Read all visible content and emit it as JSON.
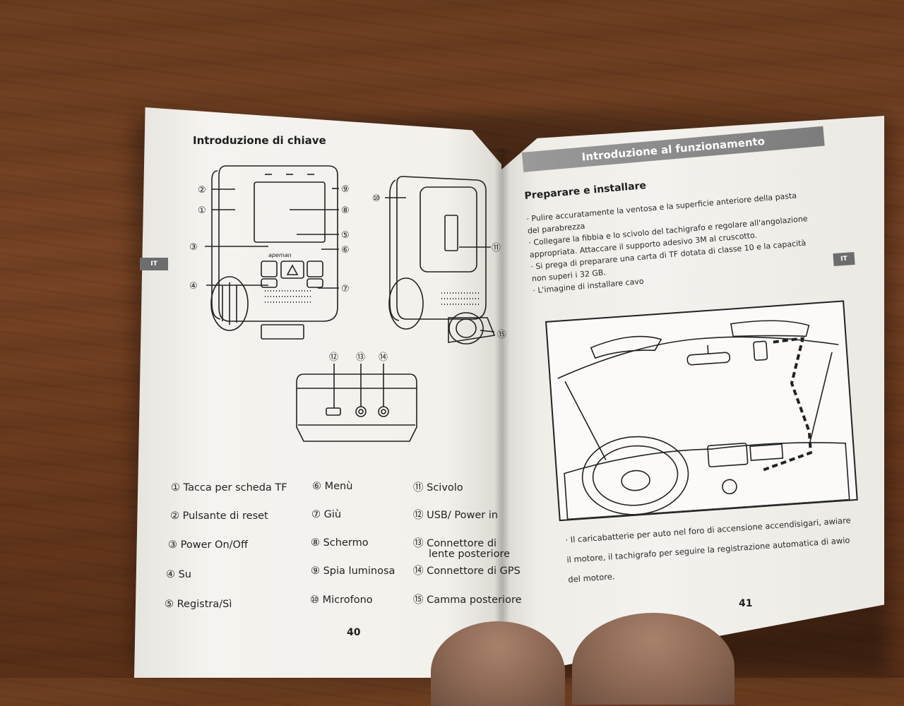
{
  "left_page": {
    "heading": "Introduzione di chiave",
    "side_tab": "IT",
    "page_number": "40",
    "device": {
      "brand_label": "apeman",
      "callouts": [
        "①",
        "②",
        "③",
        "④",
        "⑤",
        "⑥",
        "⑦",
        "⑧",
        "⑨",
        "⑩",
        "⑪",
        "⑫",
        "⑬",
        "⑭",
        "⑮"
      ]
    },
    "legend": [
      {
        "label": "① Tacca per scheda TF"
      },
      {
        "label": "② Pulsante di reset"
      },
      {
        "label": "③ Power On/Off"
      },
      {
        "label": "④ Su"
      },
      {
        "label": "⑤ Registra/Sì"
      },
      {
        "label": "⑥ Menù"
      },
      {
        "label": "⑦ Giù"
      },
      {
        "label": "⑧ Schermo"
      },
      {
        "label": "⑨ Spia luminosa"
      },
      {
        "label": "⑩ Microfono"
      },
      {
        "label": "⑪ Scivolo"
      },
      {
        "label": "⑫ USB/ Power in"
      },
      {
        "label": "⑬ Connettore di"
      },
      {
        "label": "lente posteriore"
      },
      {
        "label": "⑭ Connettore di GPS"
      },
      {
        "label": "⑮ Camma posteriore"
      }
    ]
  },
  "right_page": {
    "banner": "Introduzione al funzionamento",
    "side_tab": "IT",
    "subheading": "Preparare e installare",
    "instructions": [
      "· Pulire accuratamente la ventosa e la superficie anteriore della pasta",
      "  del parabrezza",
      "· Collegare la fibbia e lo scivolo del tachigrafo e regolare all'angolazione",
      "  appropriata. Attaccare il supporto adesivo 3M al cruscotto.",
      "· Si prega di preparare una carta di TF dotata di classe 10 e la capacità",
      "  non superi i 32 GB.",
      "· L'imagine di installare cavo"
    ],
    "notes": [
      "· Il caricabatterie per auto nel foro di accensione accendisigari, awiare",
      "  il motore, il tachigrafo per seguire la registrazione automatica di awio",
      "  del motore."
    ],
    "page_number": "41"
  }
}
